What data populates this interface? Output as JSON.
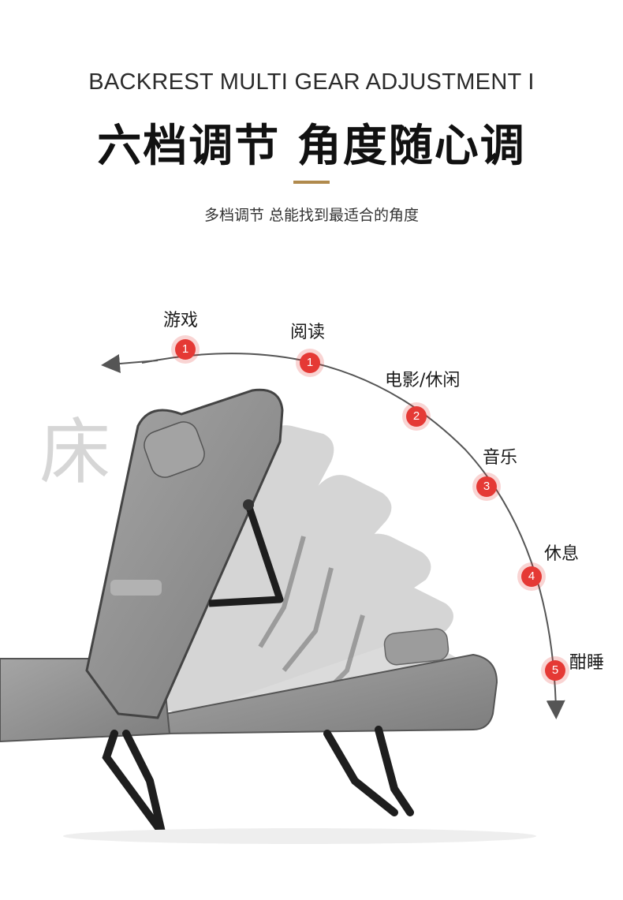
{
  "header": {
    "english_title": "BACKREST MULTI GEAR ADJUSTMENT I",
    "chinese_title": "六档调节 角度随心调",
    "subtitle": "多档调节 总能找到最适合的角度",
    "accent_color": "#b08a4d"
  },
  "watermark": "床",
  "positions": [
    {
      "badge": "1",
      "label": "游戏"
    },
    {
      "badge": "1",
      "label": "阅读"
    },
    {
      "badge": "2",
      "label": "电影/休闲"
    },
    {
      "badge": "3",
      "label": "音乐"
    },
    {
      "badge": "4",
      "label": "休息"
    },
    {
      "badge": "5",
      "label": "酣睡"
    }
  ],
  "colors": {
    "badge": "#e53935",
    "arc": "#555555",
    "cushion": "#8e8e8e",
    "frame": "#1e1e1e"
  }
}
